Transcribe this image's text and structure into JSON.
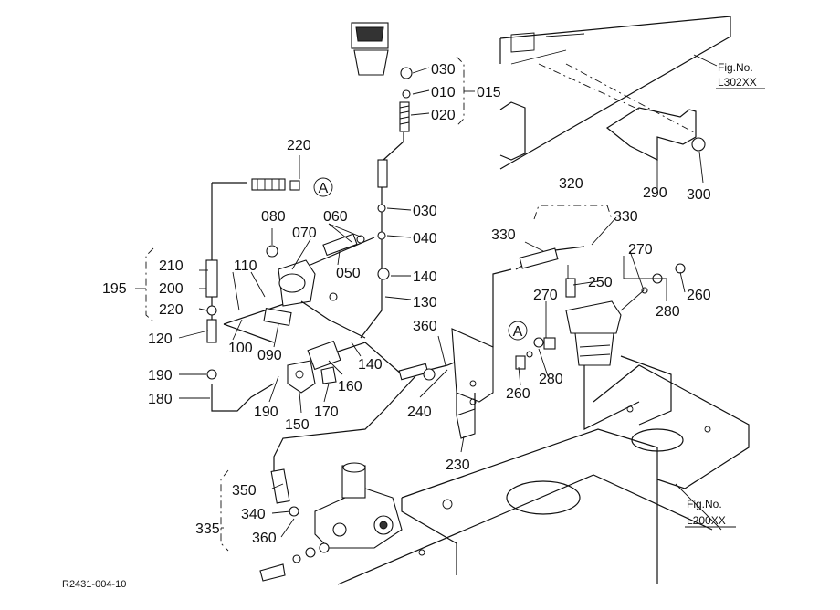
{
  "fig_refs": {
    "top": {
      "line1": "Fig.No.",
      "line2": "L302XX"
    },
    "bottom": {
      "line1": "Fig.No.",
      "line2": "L200XX"
    }
  },
  "ref_code": "R2431-004-10",
  "circle_label": "A",
  "parts": {
    "p030a": "030",
    "p010": "010",
    "p015": "015",
    "p020": "020",
    "p220a": "220",
    "p030b": "030",
    "p040": "040",
    "p060": "060",
    "p080": "080",
    "p070": "070",
    "p050": "050",
    "p140a": "140",
    "p130": "130",
    "p210": "210",
    "p200": "200",
    "p195": "195",
    "p220b": "220",
    "p110": "110",
    "p120": "120",
    "p100": "100",
    "p090": "090",
    "p190a": "190",
    "p180": "180",
    "p190b": "190",
    "p150": "150",
    "p170": "170",
    "p160": "160",
    "p140b": "140",
    "p360a": "360",
    "p240": "240",
    "p230": "230",
    "p320": "320",
    "p330a": "330",
    "p330b": "330",
    "p270a": "270",
    "p250": "250",
    "p270b": "270",
    "p280a": "280",
    "p260a": "260",
    "p280b": "280",
    "p260b": "260",
    "p290": "290",
    "p300": "300",
    "p350": "350",
    "p340": "340",
    "p335": "335",
    "p360b": "360"
  }
}
